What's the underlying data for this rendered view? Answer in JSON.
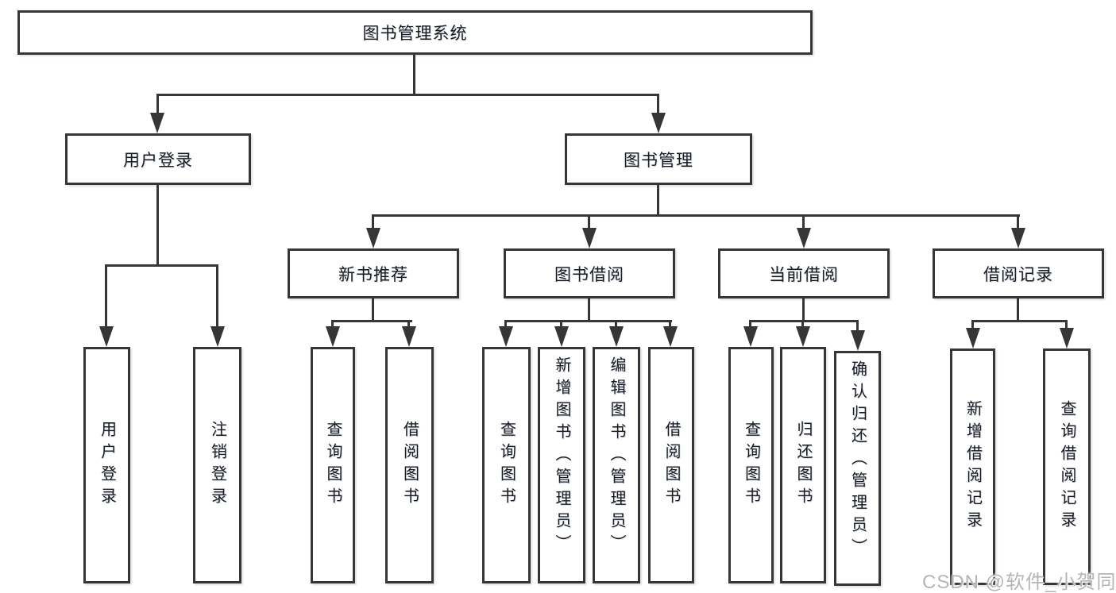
{
  "tree": {
    "root": {
      "label": "图书管理系统"
    },
    "branches": [
      {
        "label": "用户登录",
        "children": [
          {
            "label": "用户登录"
          },
          {
            "label": "注销登录"
          }
        ]
      },
      {
        "label": "图书管理",
        "children": [
          {
            "label": "新书推荐",
            "children": [
              {
                "label": "查询图书"
              },
              {
                "label": "借阅图书"
              }
            ]
          },
          {
            "label": "图书借阅",
            "children": [
              {
                "label": "查询图书"
              },
              {
                "label": "新增图书（管理员）"
              },
              {
                "label": "编辑图书（管理员）"
              },
              {
                "label": "借阅图书"
              }
            ]
          },
          {
            "label": "当前借阅",
            "children": [
              {
                "label": "查询图书"
              },
              {
                "label": "归还图书"
              },
              {
                "label": "确认归还（管理员）"
              }
            ]
          },
          {
            "label": "借阅记录",
            "children": [
              {
                "label": "新增借阅记录"
              },
              {
                "label": "查询借阅记录"
              }
            ]
          }
        ]
      }
    ]
  },
  "watermark": {
    "text": "CSDN @软件_小贺同学"
  },
  "colors": {
    "background": "#ffffff",
    "line": "#363636",
    "box_border": "#363636",
    "text": "#1c1c1c",
    "watermark": "#b5b5b5"
  }
}
